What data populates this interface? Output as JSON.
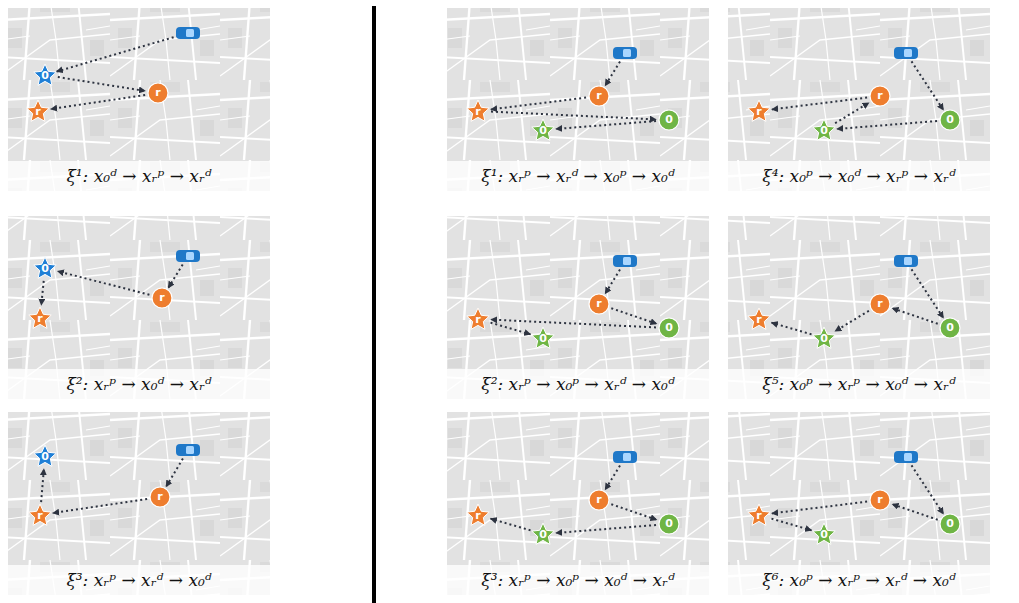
{
  "diagram": {
    "nodes": [
      {
        "text": [
          "ξ¹: x₀ᵈ → xᵣᵖ → xᵣᵈ"
        ]
      },
      {
        "text": [
          "0"
        ],
        "in": 0
      },
      {
        "text": [
          "r"
        ],
        "in": 0
      },
      {
        "text": [
          "r"
        ],
        "in": 0
      },
      {
        "text": [
          "ξ²: xᵣᵖ → x₀ᵈ → xᵣᵈ"
        ]
      },
      {
        "text": [
          "0"
        ],
        "in": 4
      },
      {
        "text": [
          "r"
        ],
        "in": 4
      },
      {
        "text": [
          "r"
        ],
        "in": 4
      },
      {
        "text": [
          "ξ³: xᵣᵖ → xᵣᵈ → x₀ᵈ"
        ]
      },
      {
        "text": [
          "0"
        ],
        "in": 8
      },
      {
        "text": [
          "r"
        ],
        "in": 8
      },
      {
        "text": [
          "r"
        ],
        "in": 8
      },
      {
        "text": [
          "ξ¹: xᵣᵖ → xᵣᵈ → x₀ᵖ → x₀ᵈ"
        ]
      },
      {
        "text": [
          "r"
        ],
        "in": 12
      },
      {
        "text": [
          "r"
        ],
        "in": 12
      },
      {
        "text": [
          "0"
        ],
        "in": 12
      },
      {
        "text": [
          "0"
        ],
        "in": 12
      },
      {
        "text": [
          "ξ⁴: x₀ᵖ → x₀ᵈ → xᵣᵖ → xᵣᵈ"
        ]
      },
      {
        "text": [
          "r"
        ],
        "in": 17
      },
      {
        "text": [
          "r"
        ],
        "in": 17
      },
      {
        "text": [
          "0"
        ],
        "in": 17
      },
      {
        "text": [
          "0"
        ],
        "in": 17
      },
      {
        "text": [
          "ξ²: xᵣᵖ → x₀ᵖ → xᵣᵈ → x₀ᵈ"
        ]
      },
      {
        "text": [
          "r"
        ],
        "in": 22
      },
      {
        "text": [
          "r"
        ],
        "in": 22
      },
      {
        "text": [
          "0"
        ],
        "in": 22
      },
      {
        "text": [
          "0"
        ],
        "in": 22
      },
      {
        "text": [
          "ξ⁵: x₀ᵖ → xᵣᵖ → x₀ᵈ → xᵣᵈ"
        ]
      },
      {
        "text": [
          "r"
        ],
        "in": 27
      },
      {
        "text": [
          "r"
        ],
        "in": 27
      },
      {
        "text": [
          "0"
        ],
        "in": 27
      },
      {
        "text": [
          "0"
        ],
        "in": 27
      },
      {
        "text": [
          "ξ³: xᵣᵖ → x₀ᵖ → x₀ᵈ → xᵣᵈ"
        ]
      },
      {
        "text": [
          "r"
        ],
        "in": 32
      },
      {
        "text": [
          "r"
        ],
        "in": 32
      },
      {
        "text": [
          "0"
        ],
        "in": 32
      },
      {
        "text": [
          "0"
        ],
        "in": 32
      },
      {
        "text": [
          "ξ⁶: x₀ᵖ → xᵣᵖ → xᵣᵈ → x₀ᵈ"
        ]
      },
      {
        "text": [
          "r"
        ],
        "in": 37
      },
      {
        "text": [
          "r"
        ],
        "in": 37
      },
      {
        "text": [
          "0"
        ],
        "in": 37
      },
      {
        "text": [
          "0"
        ],
        "in": 37
      }
    ],
    "edges": [
      {
        "from": 1,
        "to": 2,
        "arrow": "to"
      },
      {
        "from": 2,
        "to": 3,
        "arrow": "to"
      },
      {
        "from": 6,
        "to": 5,
        "arrow": "to"
      },
      {
        "from": 5,
        "to": 7,
        "arrow": "to"
      },
      {
        "from": 10,
        "to": 11,
        "arrow": "to"
      },
      {
        "from": 11,
        "to": 9,
        "arrow": "to"
      },
      {
        "from": 13,
        "to": 14,
        "arrow": "to"
      },
      {
        "from": 14,
        "to": 15,
        "arrow": "to"
      },
      {
        "from": 15,
        "to": 16,
        "arrow": "to"
      },
      {
        "from": 20,
        "to": 21,
        "arrow": "to"
      },
      {
        "from": 21,
        "to": 18,
        "arrow": "to"
      },
      {
        "from": 18,
        "to": 19,
        "arrow": "to"
      },
      {
        "from": 23,
        "to": 25,
        "arrow": "to"
      },
      {
        "from": 25,
        "to": 24,
        "arrow": "to"
      },
      {
        "from": 24,
        "to": 26,
        "arrow": "to"
      },
      {
        "from": 30,
        "to": 28,
        "arrow": "to"
      },
      {
        "from": 28,
        "to": 31,
        "arrow": "to"
      },
      {
        "from": 31,
        "to": 29,
        "arrow": "to"
      },
      {
        "from": 33,
        "to": 35,
        "arrow": "to"
      },
      {
        "from": 35,
        "to": 36,
        "arrow": "to"
      },
      {
        "from": 36,
        "to": 34,
        "arrow": "to"
      },
      {
        "from": 40,
        "to": 38,
        "arrow": "to"
      },
      {
        "from": 38,
        "to": 39,
        "arrow": "to"
      },
      {
        "from": 39,
        "to": 41,
        "arrow": "to"
      }
    ]
  }
}
